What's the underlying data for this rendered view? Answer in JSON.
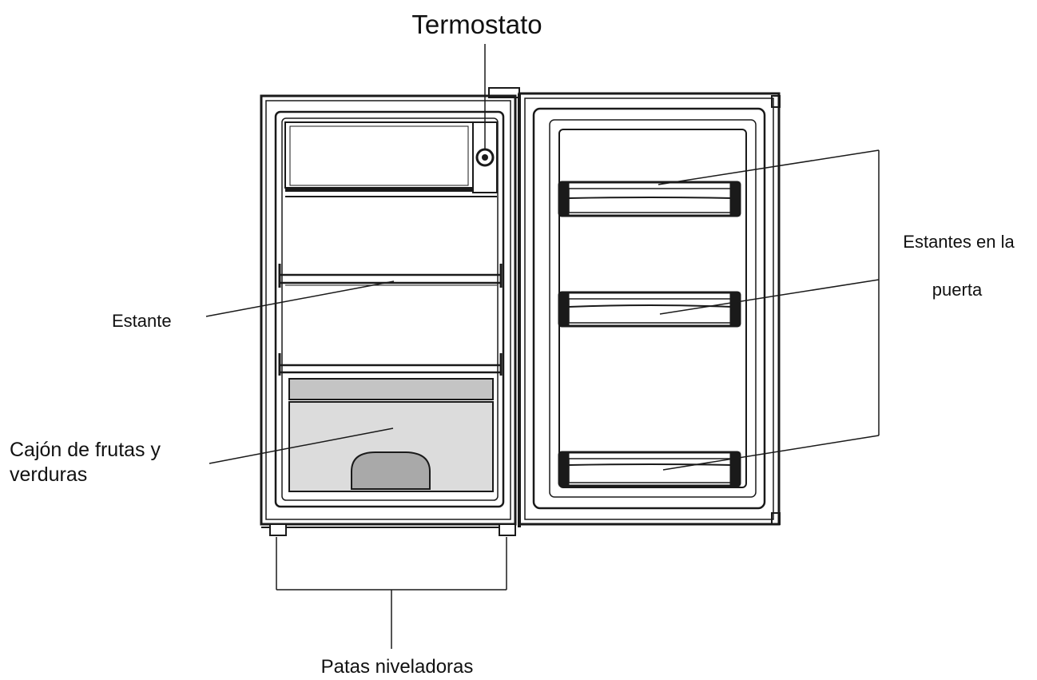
{
  "labels": {
    "thermostat": "Termostato",
    "door_shelves_line1": "Estantes en la",
    "door_shelves_line2": "puerta",
    "shelf": "Estante",
    "crisper_line1": "Cajón de frutas y",
    "crisper_line2": "verduras",
    "leveling_feet": "Patas niveladoras"
  },
  "colors": {
    "line": "#1a1a1a",
    "crisper_fill": "#dcdcdc",
    "crisper_handle": "#a9a9a9",
    "crisper_top": "#c4c4c4"
  }
}
